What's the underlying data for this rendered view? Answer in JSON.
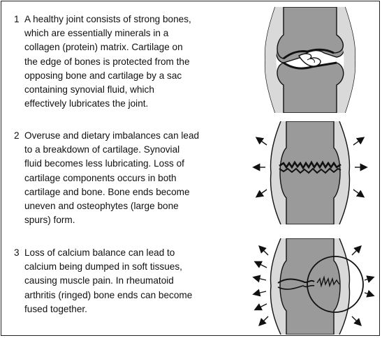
{
  "steps": [
    {
      "number": "1",
      "text": "A healthy joint consists of strong bones,\nwhich are essentially minerals in a\ncollagen (protein) matrix. Cartilage on\nthe edge of bones is protected from the\nopposing bone and cartilage by a sac\ncontaining synovial fluid, which\neffectively lubricates the joint.",
      "figure_icon": "healthy-joint-icon"
    },
    {
      "number": "2",
      "text": "Overuse and dietary imbalances can lead\nto a breakdown of cartilage. Synovial\nfluid becomes less lubricating. Loss of\ncartilage components occurs in both\ncartilage and bone. Bone ends become\nuneven and osteophytes (large bone\nspurs) form.",
      "figure_icon": "worn-cartilage-joint-icon"
    },
    {
      "number": "3",
      "text": "Loss of calcium balance can lead to\ncalcium being dumped in soft tissues,\ncausing muscle pain. In rheumatoid\narthritis (ringed) bone ends can become\nfused together.",
      "figure_icon": "fused-joint-icon"
    }
  ],
  "colors": {
    "bone": "#9a9a9a",
    "capsule": "#d9d9d9",
    "outline": "#111111",
    "border": "#222222"
  }
}
